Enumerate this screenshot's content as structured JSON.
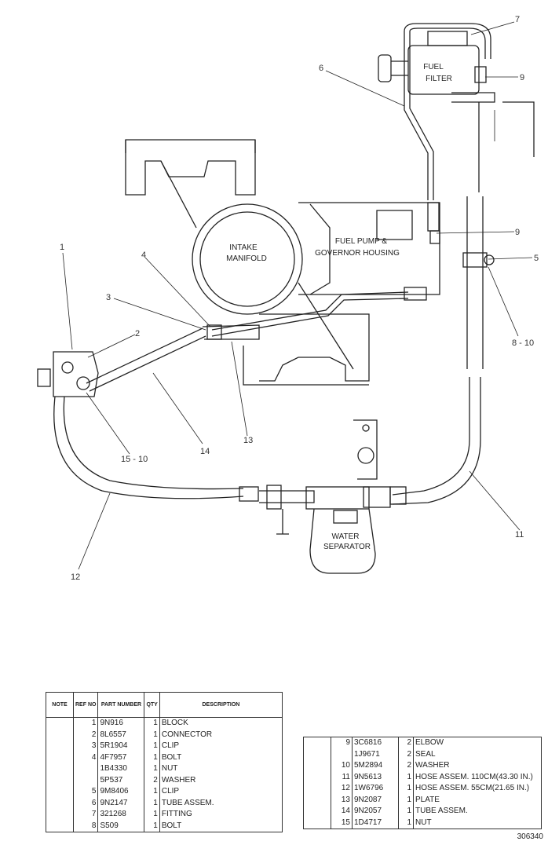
{
  "diagram": {
    "labels": {
      "fuel_filter_1": "FUEL",
      "fuel_filter_2": "FILTER",
      "intake_1": "INTAKE",
      "intake_2": "MANIFOLD",
      "pump_1": "FUEL PUMP &",
      "pump_2": "GOVERNOR HOUSING",
      "water_1": "WATER",
      "water_2": "SEPARATOR"
    },
    "callouts": {
      "c1": "1",
      "c2": "2",
      "c3": "3",
      "c4": "4",
      "c5": "5",
      "c6": "6",
      "c7": "7",
      "c8_10": "8 - 10",
      "c9a": "9",
      "c9b": "9",
      "c11": "11",
      "c12": "12",
      "c13": "13",
      "c14": "14",
      "c15_10": "15 - 10"
    }
  },
  "parts_table": {
    "headers": {
      "note": "NOTE",
      "ref": "REF NO",
      "part": "PART NUMBER",
      "qty": "QTY",
      "desc": "DESCRIPTION"
    },
    "left_rows": [
      {
        "ref": "1",
        "part": "9N916",
        "qty": "1",
        "desc": "BLOCK"
      },
      {
        "ref": "2",
        "part": "8L6557",
        "qty": "1",
        "desc": "CONNECTOR"
      },
      {
        "ref": "3",
        "part": "5R1904",
        "qty": "1",
        "desc": "CLIP"
      },
      {
        "ref": "4",
        "part": "4F7957",
        "qty": "1",
        "desc": "BOLT"
      },
      {
        "ref": "",
        "part": "1B4330",
        "qty": "1",
        "desc": "NUT"
      },
      {
        "ref": "",
        "part": "5P537",
        "qty": "2",
        "desc": "WASHER"
      },
      {
        "ref": "5",
        "part": "9M8406",
        "qty": "1",
        "desc": "CLIP"
      },
      {
        "ref": "6",
        "part": "9N2147",
        "qty": "1",
        "desc": "TUBE ASSEM."
      },
      {
        "ref": "7",
        "part": "321268",
        "qty": "1",
        "desc": "FITTING"
      },
      {
        "ref": "8",
        "part": "S509",
        "qty": "1",
        "desc": "BOLT"
      }
    ],
    "right_rows": [
      {
        "ref": "9",
        "part": "3C6816",
        "qty": "2",
        "desc": "ELBOW"
      },
      {
        "ref": "",
        "part": "1J9671",
        "qty": "2",
        "desc": "SEAL"
      },
      {
        "ref": "10",
        "part": "5M2894",
        "qty": "2",
        "desc": "WASHER"
      },
      {
        "ref": "11",
        "part": "9N5613",
        "qty": "1",
        "desc": "HOSE ASSEM. 110CM(43.30 IN.)"
      },
      {
        "ref": "12",
        "part": "1W6796",
        "qty": "1",
        "desc": "HOSE ASSEM. 55CM(21.65 IN.)"
      },
      {
        "ref": "13",
        "part": "9N2087",
        "qty": "1",
        "desc": "PLATE"
      },
      {
        "ref": "14",
        "part": "9N2057",
        "qty": "1",
        "desc": "TUBE ASSEM."
      },
      {
        "ref": "15",
        "part": "1D4717",
        "qty": "1",
        "desc": "NUT"
      }
    ]
  },
  "figure_id": "306340"
}
